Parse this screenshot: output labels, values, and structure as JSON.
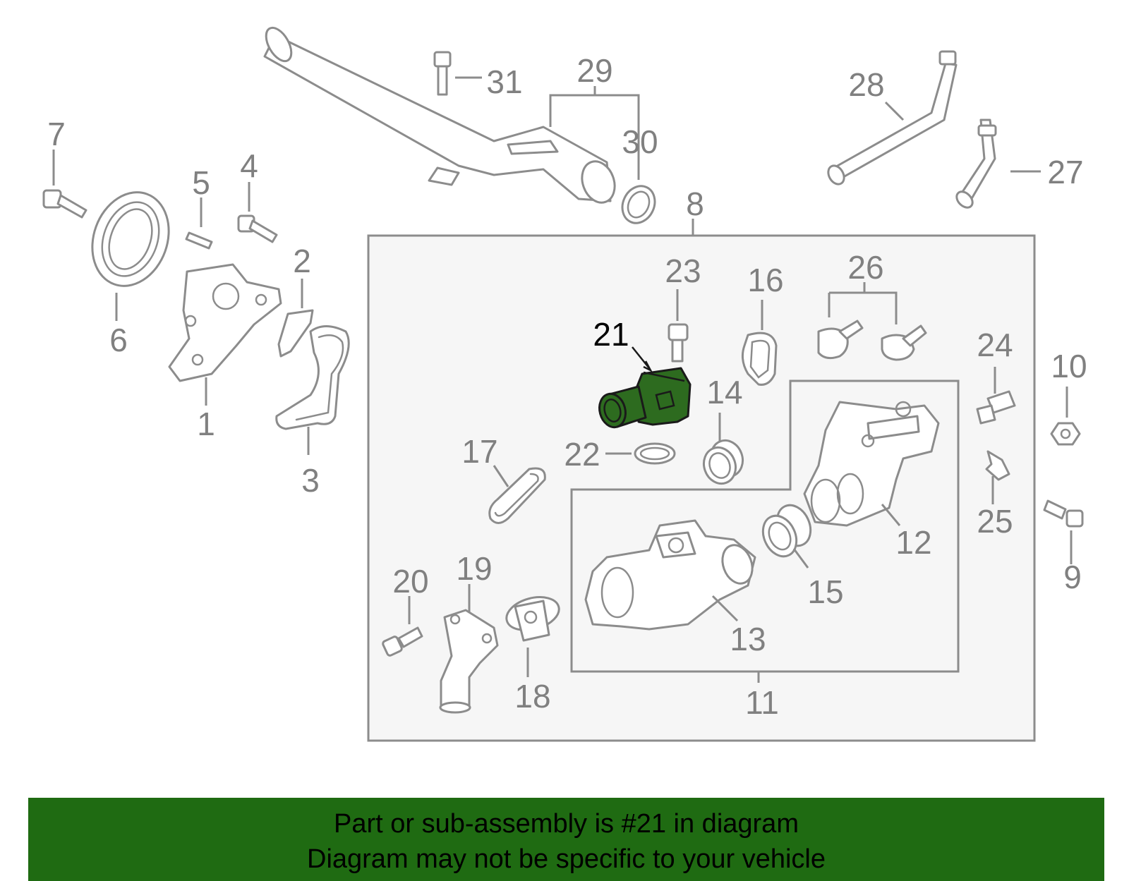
{
  "diagram": {
    "highlighted_part": "21",
    "highlight_color": "#2d6b1f",
    "line_color": "#8c8c8c",
    "callouts": {
      "c1": "1",
      "c2": "2",
      "c3": "3",
      "c4": "4",
      "c5": "5",
      "c6": "6",
      "c7": "7",
      "c8": "8",
      "c9": "9",
      "c10": "10",
      "c11": "11",
      "c12": "12",
      "c13": "13",
      "c14": "14",
      "c15": "15",
      "c16": "16",
      "c17": "17",
      "c18": "18",
      "c19": "19",
      "c20": "20",
      "c21": "21",
      "c22": "22",
      "c23": "23",
      "c24": "24",
      "c25": "25",
      "c26": "26",
      "c27": "27",
      "c28": "28",
      "c29": "29",
      "c30": "30",
      "c31": "31"
    }
  },
  "banner": {
    "background": "#1f6b12",
    "line1": "Part or sub-assembly is #21 in diagram",
    "line2": "Diagram may not be specific to your vehicle"
  }
}
